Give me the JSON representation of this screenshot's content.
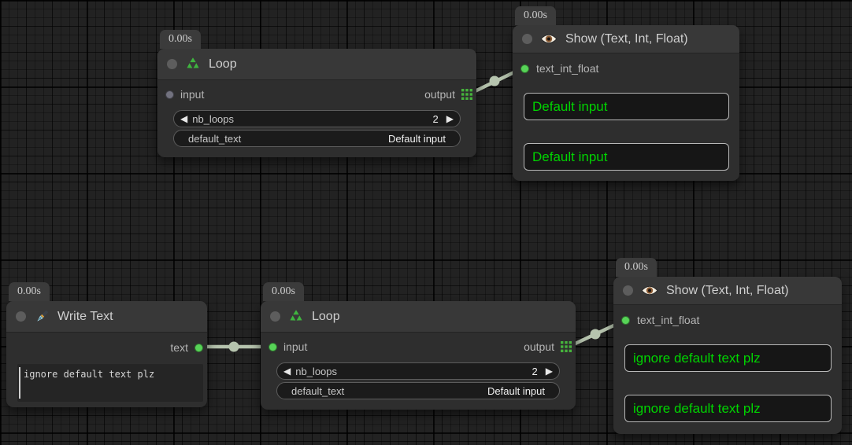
{
  "canvas": {
    "name": "node-graph"
  },
  "colors": {
    "accent_green": "#57d357",
    "value_text_green": "#00d400",
    "link": "#b6c4ae",
    "node_title_bg": "#383838",
    "node_body_bg": "#2e2e2e"
  },
  "icons": {
    "loop": "recycle-icon",
    "show": "eye-icon",
    "write_text": "pen-icon",
    "loop_output": "grid-icon"
  },
  "stepper": {
    "prev": "◀",
    "next": "▶"
  },
  "nodes": {
    "loop_top": {
      "timer": "0.00s",
      "title": "Loop",
      "input_label": "input",
      "output_label": "output",
      "nb_loops_label": "nb_loops",
      "nb_loops_value": "2",
      "default_text_label": "default_text",
      "default_text_value": "Default input"
    },
    "show_top": {
      "timer": "0.00s",
      "title": "Show (Text, Int, Float)",
      "input_label": "text_int_float",
      "values": [
        "Default input",
        "Default input"
      ]
    },
    "write_text": {
      "timer": "0.00s",
      "title": "Write Text",
      "output_label": "text",
      "text_value": "ignore default text plz"
    },
    "loop_bottom": {
      "timer": "0.00s",
      "title": "Loop",
      "input_label": "input",
      "output_label": "output",
      "nb_loops_label": "nb_loops",
      "nb_loops_value": "2",
      "default_text_label": "default_text",
      "default_text_value": "Default input"
    },
    "show_bottom": {
      "timer": "0.00s",
      "title": "Show (Text, Int, Float)",
      "input_label": "text_int_float",
      "values": [
        "ignore default text plz",
        "ignore default text plz"
      ]
    }
  }
}
